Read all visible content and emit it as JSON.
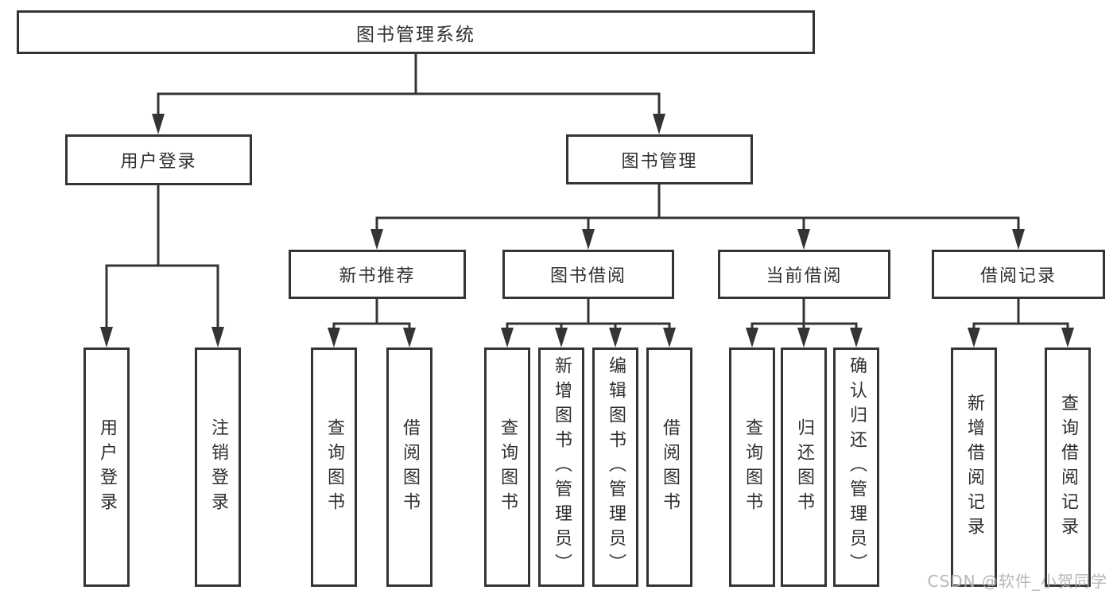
{
  "colors": {
    "line": "#343434",
    "box_border": "#343434",
    "box_background": "#ffffff",
    "text": "#2f2f2f",
    "watermark": "#b0b0b0"
  },
  "watermark": {
    "text": "CSDN @软件_小贺同学"
  },
  "diagram": {
    "root": {
      "label": "图书管理系统"
    },
    "branches": [
      {
        "label": "用户登录",
        "leaves": [
          "用户登录",
          "注销登录"
        ]
      },
      {
        "label": "图书管理",
        "groups": [
          {
            "label": "新书推荐",
            "leaves": [
              "查询图书",
              "借阅图书"
            ]
          },
          {
            "label": "图书借阅",
            "leaves": [
              "查询图书",
              "新增图书（管理员）",
              "编辑图书（管理员）",
              "借阅图书"
            ]
          },
          {
            "label": "当前借阅",
            "leaves": [
              "查询图书",
              "归还图书",
              "确认归还（管理员）"
            ]
          },
          {
            "label": "借阅记录",
            "leaves": [
              "新增借阅记录",
              "查询借阅记录"
            ]
          }
        ]
      }
    ]
  }
}
